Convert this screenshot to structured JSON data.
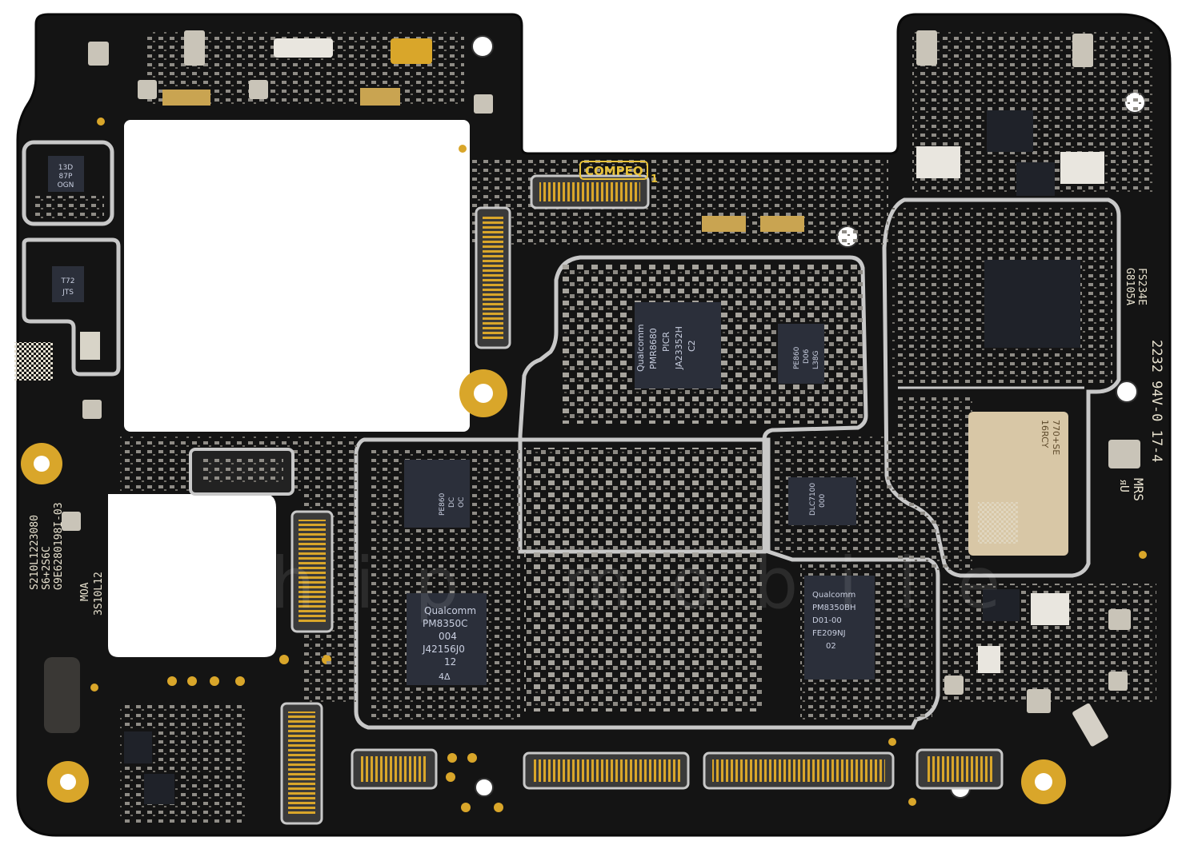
{
  "image": {
    "subject": "smartphone-mainboard",
    "colors": {
      "pcb": "#141414",
      "pcb_edge": "#0a0a0a",
      "gold": "#d9a62a",
      "shield": "#c8c8c8",
      "chip": "#2b2f3a",
      "silkscreen": "#e8e2cf"
    }
  },
  "silkscreen": {
    "compeq": "COMPEQ",
    "compeq_suffix": "1",
    "board_code_1": "S210L1223080",
    "board_code_2": "S6+2S6C",
    "board_code_3": "G9E6280198I-03",
    "moa": "MOA",
    "moa_code": "3S10L12",
    "right_code_1": "FS234E",
    "right_code_2": "G8105A",
    "right_code_3": "2232  94V-0  17-4",
    "mrs": "MRS",
    "ul_mark": "ᴙU"
  },
  "chips": {
    "pmic_main": {
      "vendor": "Qualcomm",
      "line1": "PM8350C",
      "line2": "004",
      "line3": "J42156J0",
      "line4": "12",
      "line5": "4Δ"
    },
    "pmic_top": {
      "vendor": "Qualcomm",
      "line1": "PMR8680",
      "line2": "PlCR",
      "line3": "JA23352H",
      "line4": "C2"
    },
    "pmic_right": {
      "vendor": "Qualcomm",
      "line1": "PM8350BH",
      "line2": "D01-00",
      "line3": "FE209NJ",
      "line4": "02"
    },
    "chip_small_1": {
      "line1": "PE860",
      "line2": "D06",
      "line3": "L38G"
    },
    "chip_small_2": {
      "line1": "PE860",
      "line2": "DC",
      "line3": "OC"
    },
    "chip_small_3": {
      "line1": "DLC7100",
      "line2": "000"
    },
    "chip_left_1": {
      "line1": "13D",
      "line2": "87P",
      "line3": "OGN"
    },
    "chip_left_2": {
      "line1": "T72",
      "line2": "JTS"
    },
    "rf_module": {
      "line1": "770+SE",
      "line2": "16RCY"
    }
  },
  "watermark": "ichip mobile"
}
